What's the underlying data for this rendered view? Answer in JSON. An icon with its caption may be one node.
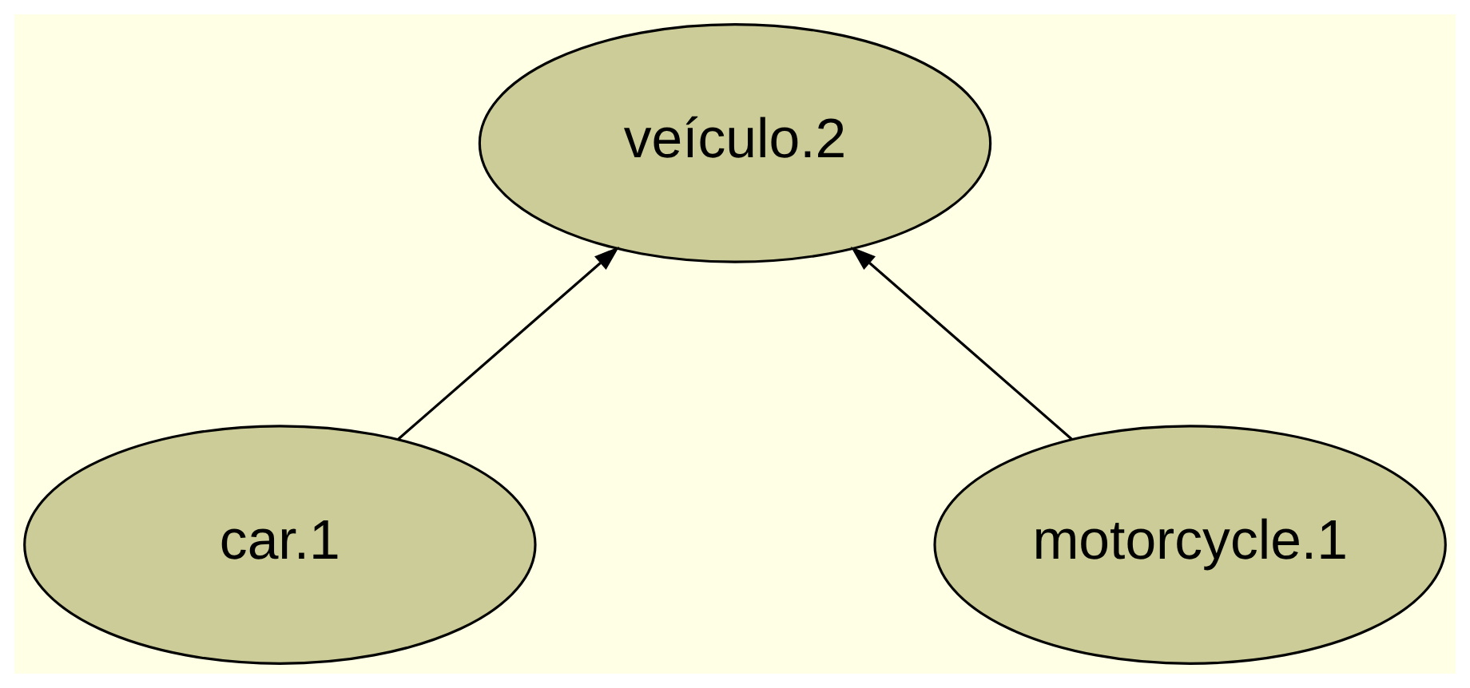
{
  "diagram": {
    "nodes": [
      {
        "text": [
          "veículo.2"
        ]
      },
      {
        "text": [
          "car.1"
        ]
      },
      {
        "text": [
          "motorcycle.1"
        ]
      }
    ],
    "edges": [
      {
        "from": 1,
        "to": 0,
        "arrow": "to"
      },
      {
        "from": 2,
        "to": 0,
        "arrow": "to"
      }
    ]
  }
}
